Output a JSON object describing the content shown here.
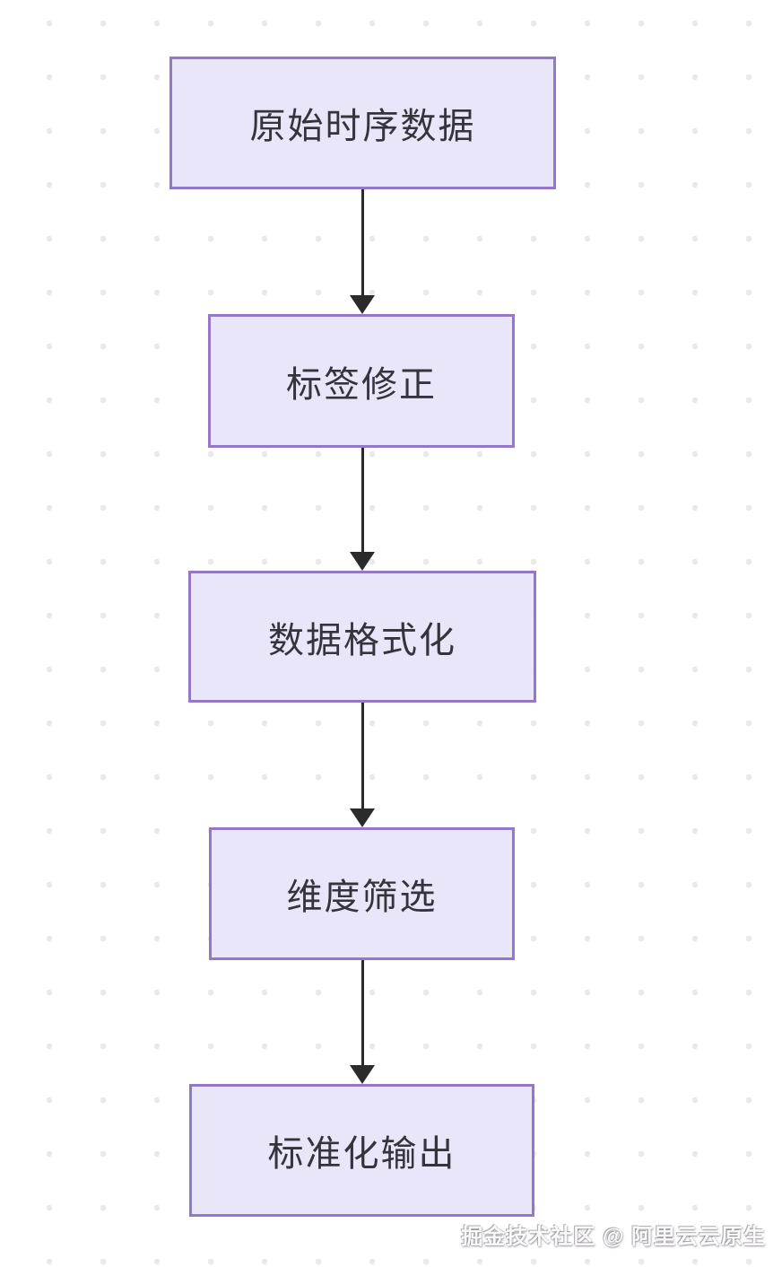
{
  "diagram": {
    "type": "flowchart",
    "direction": "top-to-bottom",
    "nodes": [
      {
        "label": "原始时序数据"
      },
      {
        "label": "标签修正"
      },
      {
        "label": "数据格式化"
      },
      {
        "label": "维度筛选"
      },
      {
        "label": "标准化输出"
      }
    ],
    "edges": [
      {
        "from": "原始时序数据",
        "to": "标签修正"
      },
      {
        "from": "标签修正",
        "to": "数据格式化"
      },
      {
        "from": "数据格式化",
        "to": "维度筛选"
      },
      {
        "from": "维度筛选",
        "to": "标准化输出"
      }
    ],
    "colors": {
      "node_fill": "#EAE6F9",
      "node_border": "#9478C8",
      "node_text": "#35343C",
      "arrow": "#2B2B2B",
      "background": "#FFFFFF",
      "background_dot": "#E9E9E9"
    }
  },
  "watermark": {
    "text": "掘金技术社区 @ 阿里云云原生"
  }
}
